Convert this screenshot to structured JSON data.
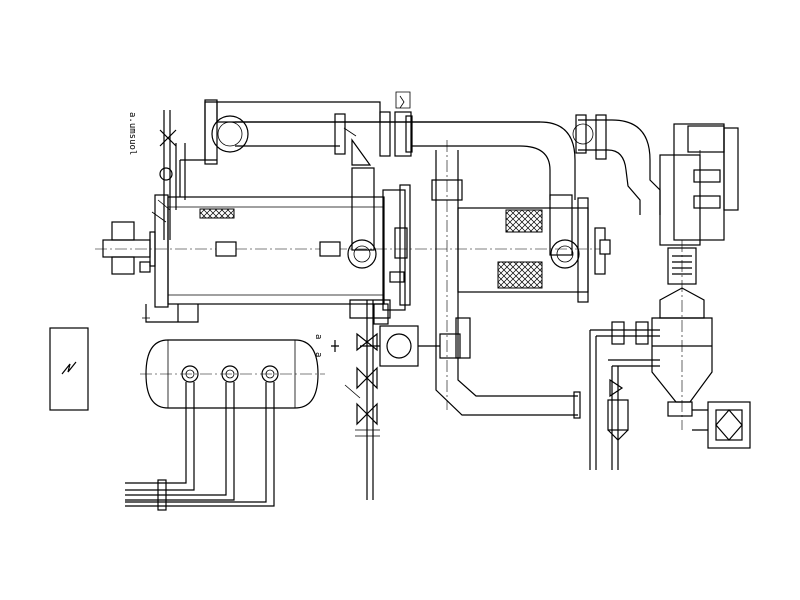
{
  "drawing": {
    "type": "process piping / heat exchanger installation drawing",
    "side_label": "a.umsuol",
    "small_label_1": "a",
    "small_label_2": "a"
  },
  "colors": {
    "line": "#000000",
    "background": "#ffffff"
  }
}
